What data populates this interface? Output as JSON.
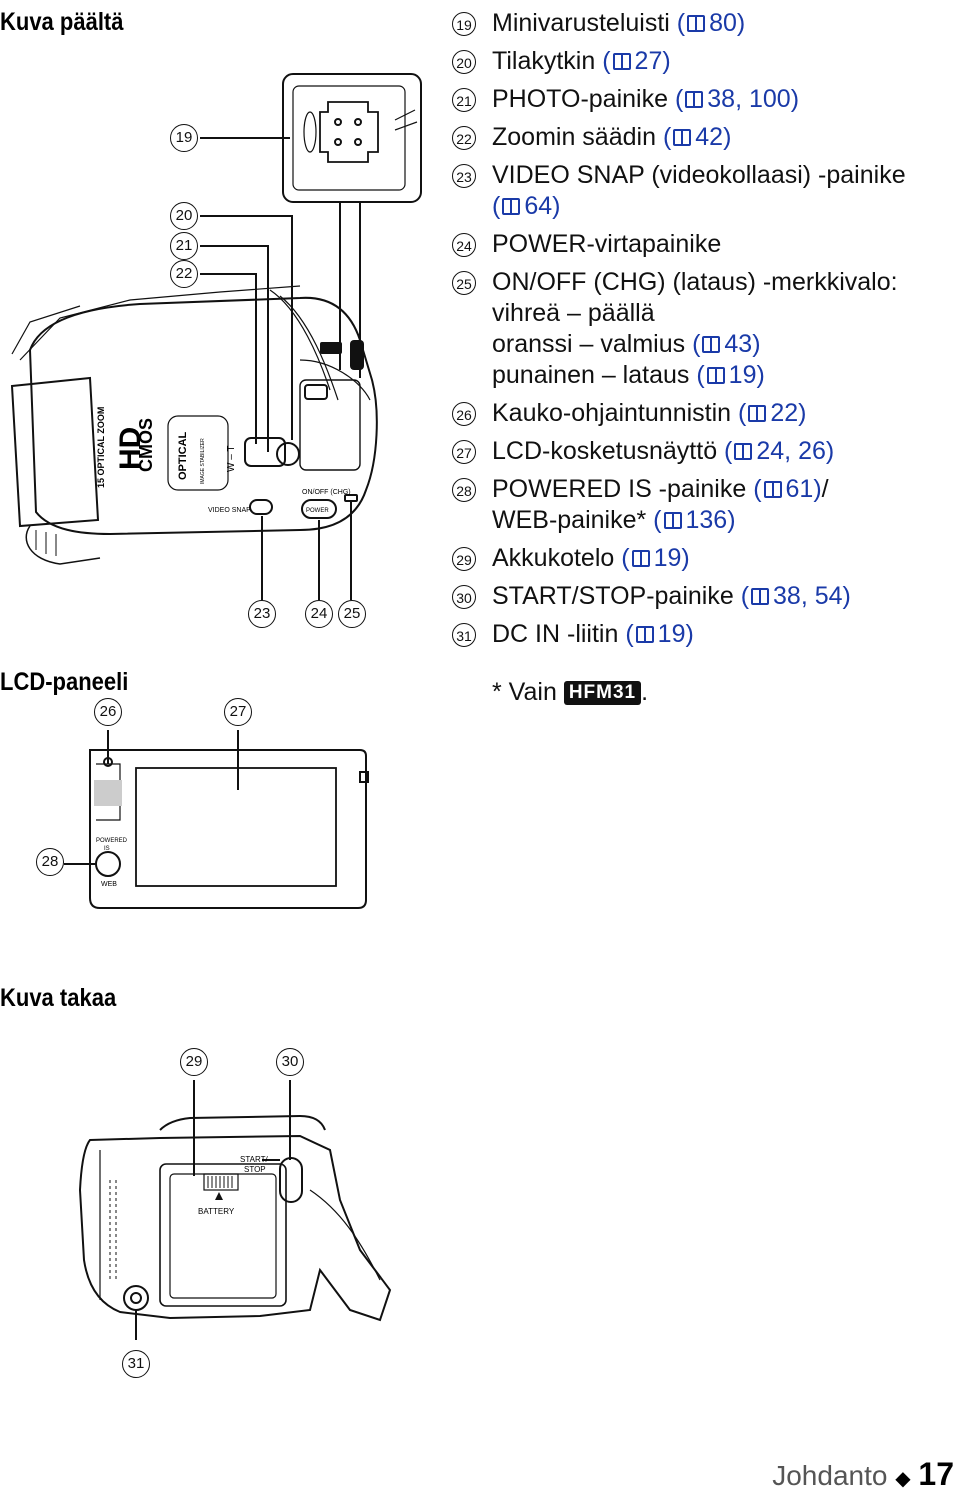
{
  "headings": {
    "top_view": "Kuva päältä",
    "lcd_panel": "LCD-paneeli",
    "back_view": "Kuva takaa"
  },
  "items": [
    {
      "num": "19",
      "lines": [
        {
          "text": "Minivarusteluisti ",
          "ref": "80"
        }
      ]
    },
    {
      "num": "20",
      "lines": [
        {
          "text": "Tilakytkin ",
          "ref": "27"
        }
      ]
    },
    {
      "num": "21",
      "lines": [
        {
          "text": "PHOTO-painike ",
          "ref": "38, 100"
        }
      ]
    },
    {
      "num": "22",
      "lines": [
        {
          "text": "Zoomin säädin ",
          "ref": "42"
        }
      ]
    },
    {
      "num": "23",
      "lines": [
        {
          "text": "VIDEO SNAP (videokollaasi) -painike",
          "ref": ""
        },
        {
          "text": "",
          "ref": "64"
        }
      ]
    },
    {
      "num": "24",
      "lines": [
        {
          "text": "POWER-virtapainike",
          "ref": ""
        }
      ]
    },
    {
      "num": "25",
      "lines": [
        {
          "text": "ON/OFF (CHG) (lataus) -merkkivalo:",
          "ref": ""
        },
        {
          "text": "vihreä – päällä",
          "ref": ""
        },
        {
          "text": "oranssi – valmius ",
          "ref": "43"
        },
        {
          "text": "punainen – lataus ",
          "ref": "19"
        }
      ]
    },
    {
      "num": "26",
      "lines": [
        {
          "text": "Kauko-ohjaintunnistin ",
          "ref": "22"
        }
      ]
    },
    {
      "num": "27",
      "lines": [
        {
          "text": "LCD-kosketusnäyttö ",
          "ref": "24, 26"
        }
      ]
    },
    {
      "num": "28",
      "lines": [
        {
          "text": "POWERED IS -painike ",
          "ref": "61",
          "suffix": "/"
        },
        {
          "text": "WEB-painike* ",
          "ref": "136"
        }
      ]
    },
    {
      "num": "29",
      "lines": [
        {
          "text": "Akkukotelo ",
          "ref": "19"
        }
      ]
    },
    {
      "num": "30",
      "lines": [
        {
          "text": "START/STOP-painike ",
          "ref": "38, 54"
        }
      ]
    },
    {
      "num": "31",
      "lines": [
        {
          "text": "DC IN -liitin ",
          "ref": "19"
        }
      ]
    }
  ],
  "footnote": {
    "prefix": "* Vain ",
    "model": "HFM31",
    "suffix": "."
  },
  "callouts": {
    "c19": "19",
    "c20": "20",
    "c21": "21",
    "c22": "22",
    "c23": "23",
    "c24": "24",
    "c25": "25",
    "c26": "26",
    "c27": "27",
    "c28": "28",
    "c29": "29",
    "c30": "30",
    "c31": "31"
  },
  "camera_labels": {
    "optical_zoom": "15 OPTICAL ZOOM",
    "hd": "HD",
    "cmos": "CMOS",
    "optical": "OPTICAL",
    "image_stabilizer": "IMAGE STABILIZER",
    "zoom_wt": "W – T",
    "video_snap": "VIDEO SNAP",
    "on_off_chg": "ON/OFF (CHG)",
    "power": "POWER",
    "powered": "POWERED",
    "is": "IS",
    "web": "WEB",
    "start": "START/",
    "stop": "STOP",
    "battery": "BATTERY"
  },
  "footer": {
    "section": "Johdanto",
    "page": "17"
  }
}
